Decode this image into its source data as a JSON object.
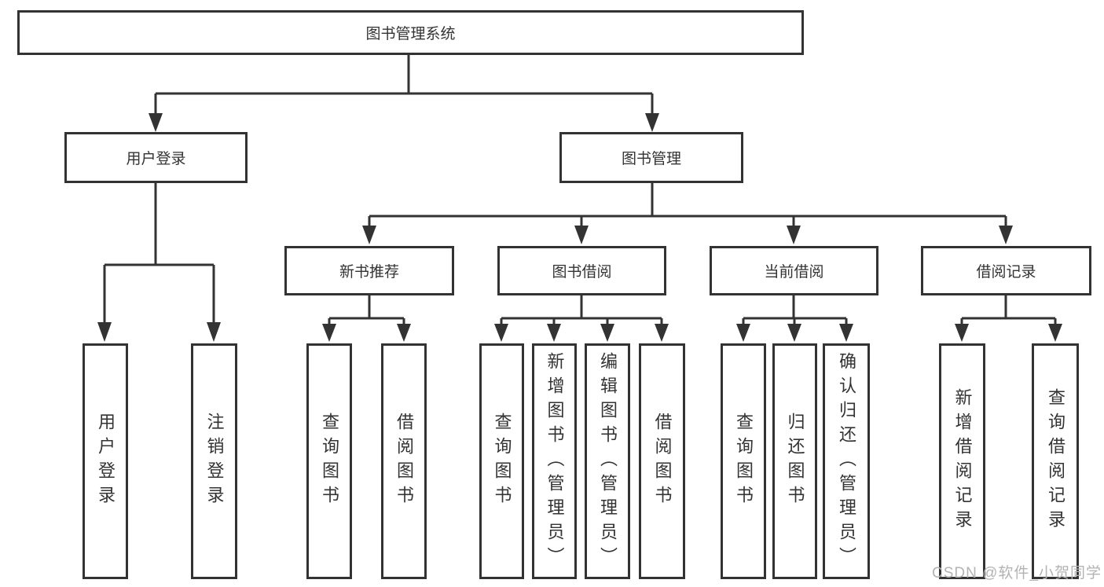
{
  "diagram": {
    "root": "图书管理系统",
    "branches": [
      {
        "label": "用户登录",
        "children": [
          "用户登录",
          "注销登录"
        ]
      },
      {
        "label": "图书管理",
        "sections": [
          {
            "label": "新书推荐",
            "children": [
              "查询图书",
              "借阅图书"
            ]
          },
          {
            "label": "图书借阅",
            "children": [
              "查询图书",
              "新增图书（管理员）",
              "编辑图书（管理员）",
              "借阅图书"
            ]
          },
          {
            "label": "当前借阅",
            "children": [
              "查询图书",
              "归还图书",
              "确认归还（管理员）"
            ]
          },
          {
            "label": "借阅记录",
            "children": [
              "新增借阅记录",
              "查询借阅记录"
            ]
          }
        ]
      }
    ]
  },
  "watermark": "CSDN @软件_小贺同学",
  "colors": {
    "line": "#333333",
    "text": "#333333",
    "watermark": "#b3b3b3",
    "background": "#ffffff"
  }
}
